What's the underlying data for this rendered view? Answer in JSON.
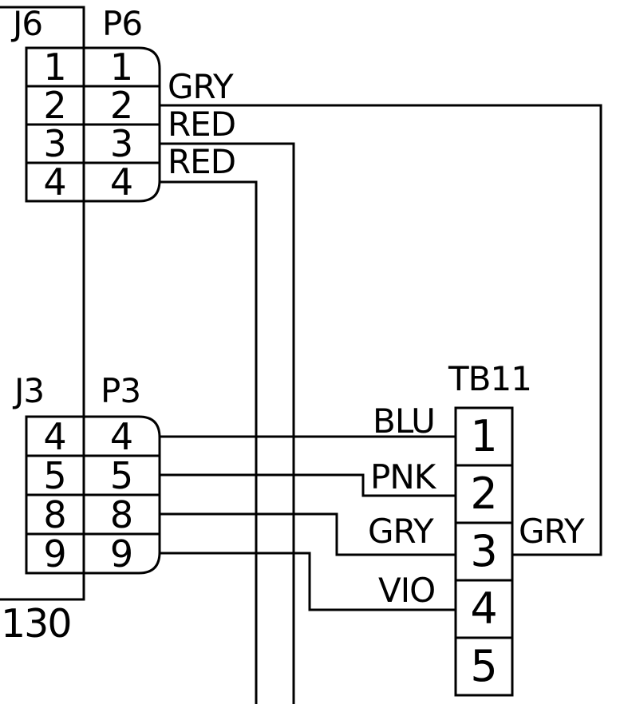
{
  "diagram": {
    "enclosure": {
      "ref": "130"
    },
    "connector_top": {
      "jack_label": "J6",
      "plug_label": "P6",
      "pins": [
        {
          "jack": "1",
          "plug": "1"
        },
        {
          "jack": "2",
          "plug": "2"
        },
        {
          "jack": "3",
          "plug": "3"
        },
        {
          "jack": "4",
          "plug": "4"
        }
      ]
    },
    "connector_bottom": {
      "jack_label": "J3",
      "plug_label": "P3",
      "pins": [
        {
          "jack": "4",
          "plug": "4"
        },
        {
          "jack": "5",
          "plug": "5"
        },
        {
          "jack": "8",
          "plug": "8"
        },
        {
          "jack": "9",
          "plug": "9"
        }
      ]
    },
    "terminal_block": {
      "label": "TB11",
      "terminals": [
        "1",
        "2",
        "3",
        "4",
        "5"
      ]
    },
    "wire_labels": {
      "p6_pin2": "GRY",
      "p6_pin3": "RED",
      "p6_pin4": "RED",
      "p3_pin4": "BLU",
      "p3_pin5": "PNK",
      "p3_pin8": "GRY",
      "p3_pin9": "VIO",
      "tb11_pin3_right": "GRY"
    },
    "wires": [
      {
        "from": "P6-2",
        "to": "TB11-3",
        "color_code": "GRY"
      },
      {
        "from": "P6-3",
        "to": "edge-bottom",
        "color_code": "RED"
      },
      {
        "from": "P6-4",
        "to": "edge-bottom",
        "color_code": "RED"
      },
      {
        "from": "P3-4",
        "to": "TB11-1",
        "color_code": "BLU"
      },
      {
        "from": "P3-5",
        "to": "TB11-2",
        "color_code": "PNK"
      },
      {
        "from": "P3-8",
        "to": "TB11-3",
        "color_code": "GRY"
      },
      {
        "from": "P3-9",
        "to": "TB11-4",
        "color_code": "VIO"
      }
    ],
    "colors": {
      "line": "#000000",
      "background": "#ffffff"
    }
  }
}
